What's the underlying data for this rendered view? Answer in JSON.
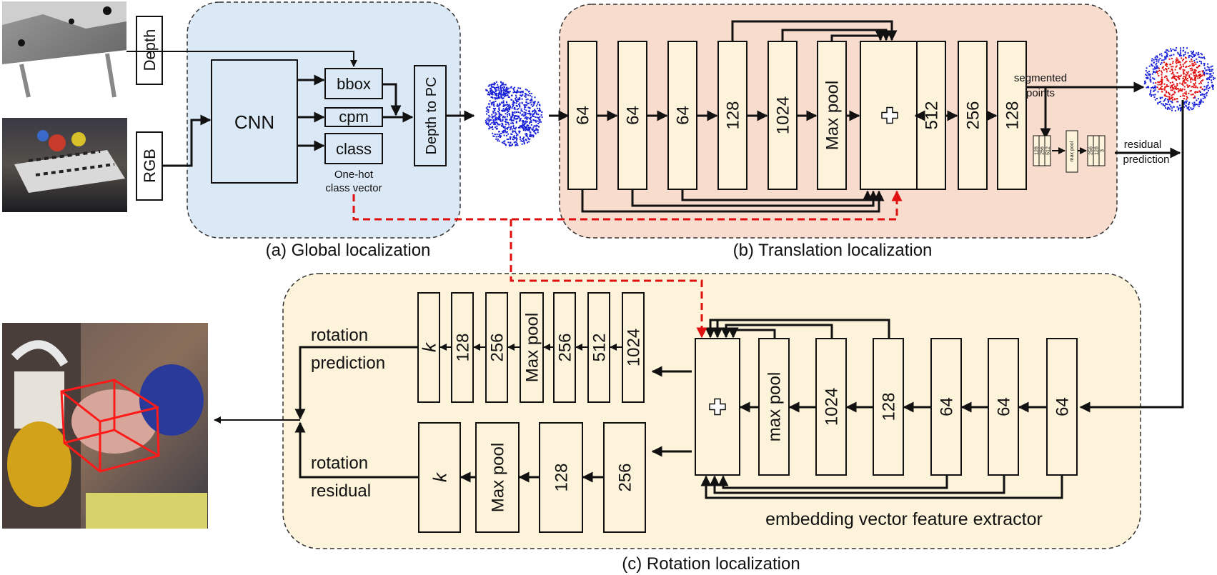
{
  "inputs": {
    "depth": "Depth",
    "rgb": "RGB"
  },
  "global": {
    "caption": "(a) Global localization",
    "cnn": "CNN",
    "bbox": "bbox",
    "cpm": "cpm",
    "class": "class",
    "onehot_line1": "One-hot",
    "onehot_line2": "class vector",
    "depth_to_pc": "Depth to PC"
  },
  "translation": {
    "caption": "(b) Translation localization",
    "layers": [
      "64",
      "64",
      "64",
      "128",
      "1024",
      "Max pool",
      "+",
      "512",
      "256",
      "128"
    ],
    "seg_line1": "segmented",
    "seg_line2": "points",
    "mini_left": [
      "128",
      "256",
      "512"
    ],
    "mini_mid": "max pool",
    "mini_right": [
      "256",
      "128",
      "3"
    ],
    "res_line1": "residual",
    "res_line2": "prediction"
  },
  "rotation": {
    "caption": "(c) Rotation localization",
    "extractor_layers": [
      "64",
      "64",
      "64",
      "128",
      "1024",
      "max pool",
      "+"
    ],
    "extractor_label": "embedding vector feature extractor",
    "pred_layers": [
      "1024",
      "512",
      "256",
      "Max pool",
      "256",
      "128",
      "k"
    ],
    "res_layers": [
      "256",
      "128",
      "Max pool",
      "k"
    ],
    "pred_line1": "rotation",
    "pred_line2": "prediction",
    "resid_line1": "rotation",
    "resid_line2": "residual"
  },
  "colors": {
    "global_panel": "#dbe8f5",
    "translation_panel": "#f8dccd",
    "rotation_panel": "#fdf3da",
    "link_red": "#e01010",
    "points_blue": "#1a22d8",
    "points_red": "#e01010"
  }
}
